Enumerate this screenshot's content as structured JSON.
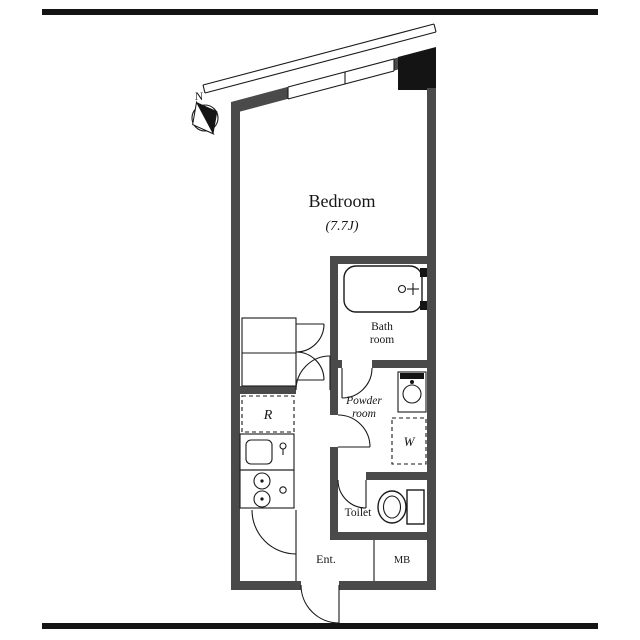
{
  "meta": {
    "type": "apartment-floor-plan"
  },
  "palette": {
    "wall": "#4a4a4a",
    "line": "#1a1a1a",
    "frame_bar": "#141414",
    "paper": "#ffffff"
  },
  "compass": {
    "label": "N"
  },
  "labels": {
    "bedroom": {
      "name": "Bedroom",
      "size": "(7.7J)"
    },
    "bathroom": {
      "line1": "Bath",
      "line2": "room"
    },
    "powder_room": {
      "line1": "Powder",
      "line2": "room"
    },
    "toilet": "Toilet",
    "entrance": "Ent.",
    "meter_box": "MB",
    "washer": "W",
    "refrigerator": "R"
  }
}
